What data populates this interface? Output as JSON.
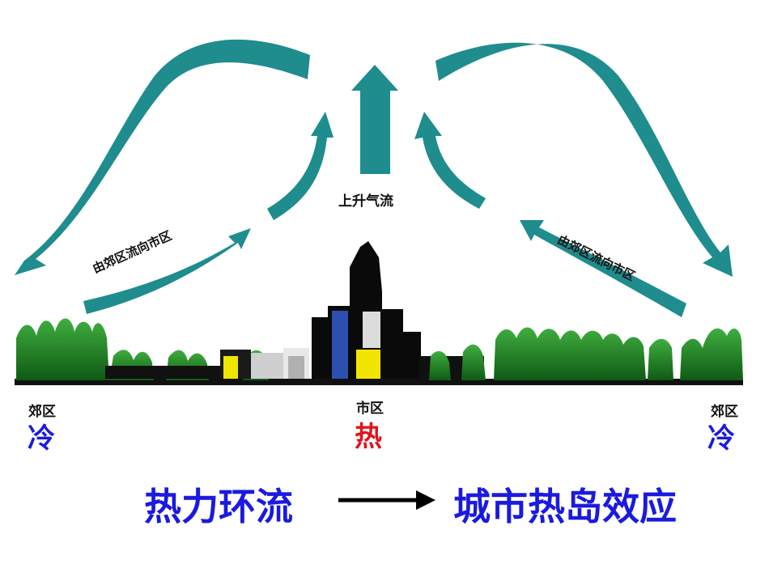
{
  "labels": {
    "updraft": "上升气流",
    "flow_left": "由郊区流向市区",
    "flow_right": "由郊区流向市区"
  },
  "zones": {
    "left": {
      "name": "郊区",
      "temp": "冷"
    },
    "center": {
      "name": "市区",
      "temp": "热"
    },
    "right": {
      "name": "郊区",
      "temp": "冷"
    }
  },
  "bottom": {
    "cause": "热力环流",
    "effect": "城市热岛效应"
  },
  "colors": {
    "arrow": "#1f8c8e",
    "cold": "#1a1adf",
    "hot": "#e0141e",
    "tree": "#1f7a1f",
    "building": "#0a0a0a"
  }
}
